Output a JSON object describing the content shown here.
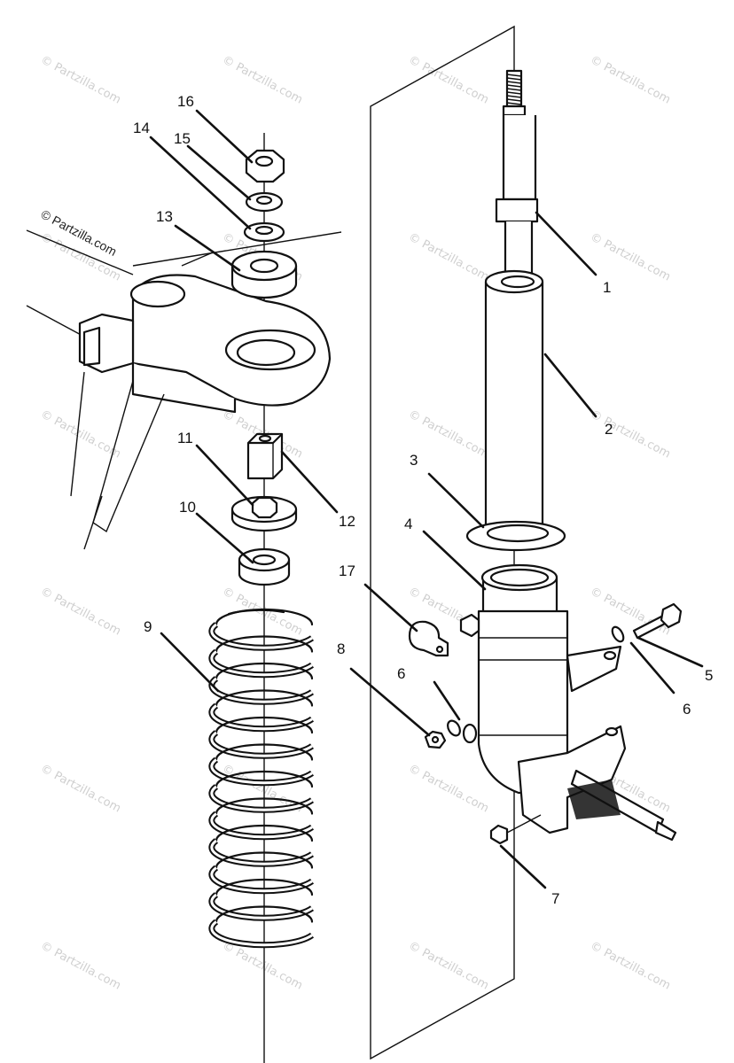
{
  "diagram": {
    "copyright": "© Partzilla.com",
    "watermark": "© Partzilla.com",
    "callouts": {
      "c1": "1",
      "c2": "2",
      "c3": "3",
      "c4": "4",
      "c5": "5",
      "c6a": "6",
      "c6b": "6",
      "c7": "7",
      "c8": "8",
      "c9": "9",
      "c10": "10",
      "c11": "11",
      "c12": "12",
      "c13": "13",
      "c14": "14",
      "c15": "15",
      "c16": "16",
      "c17": "17"
    }
  }
}
